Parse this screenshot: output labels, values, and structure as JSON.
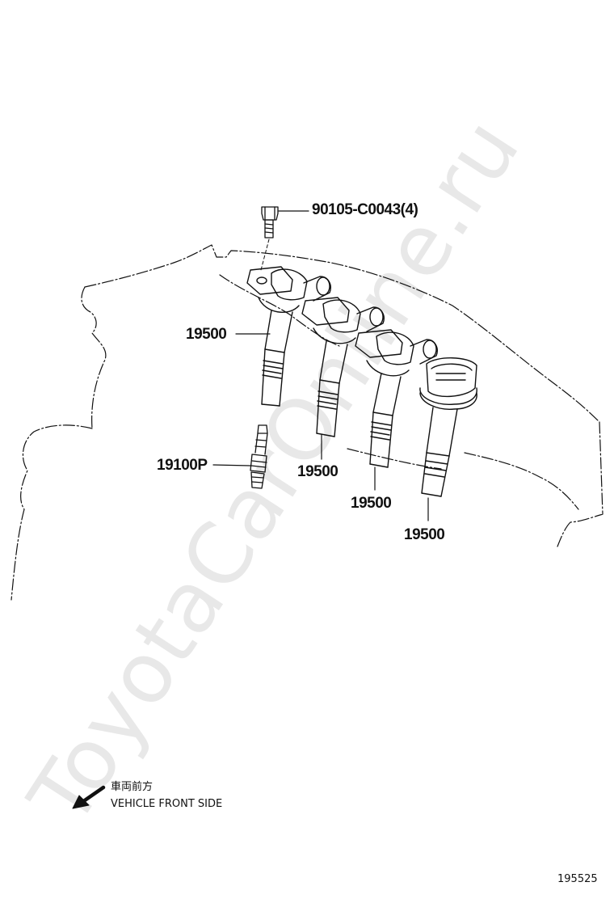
{
  "labels": {
    "bolt": "90105-C0043(4)",
    "coil_1": "19500",
    "coil_2": "19500",
    "coil_3": "19500",
    "coil_4": "19500",
    "spark_plug": "19100P"
  },
  "direction": {
    "japanese": "車両前方",
    "english": "VEHICLE FRONT SIDE"
  },
  "illustration_number": "195525",
  "watermark": "ToyotaCarOnline.ru"
}
